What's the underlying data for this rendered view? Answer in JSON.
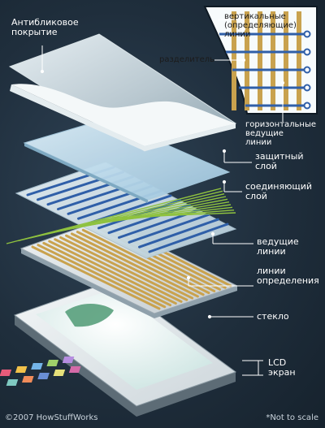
{
  "labels": {
    "anti_glare": "Антибликовое\nпокрытие",
    "vertical_lines": "вертикальные\n(определяющие)\nлинии",
    "separator": "разделитель",
    "horizontal_lines": "горизонтальные\nведущие\nлинии",
    "protective_layer": "защитный\nслой",
    "connecting_layer": "соединяющий\nслой",
    "driving_lines": "ведущие\nлинии",
    "sensing_lines": "линии\nопределения",
    "glass": "стекло",
    "lcd_screen": "LCD\nэкран"
  },
  "footer": {
    "copyright": "©2007 HowStuffWorks",
    "scale_note": "*Not to scale"
  },
  "colors": {
    "background": "#1e2d3b",
    "driving_line": "#2f5fa8",
    "sensing_line": "#c9a24e",
    "connector_green": "#8fc23f",
    "layer_glass": "#cfe3ee",
    "leader_line": "#ffffff"
  }
}
